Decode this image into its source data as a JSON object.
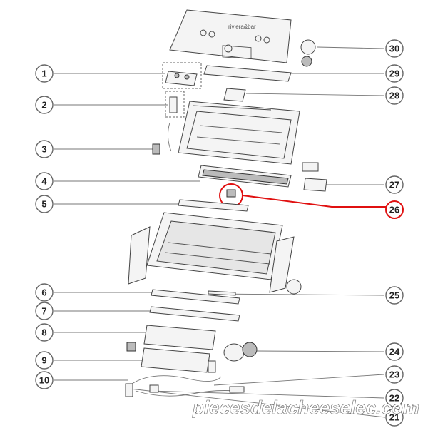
{
  "diagram": {
    "brand_logo": "riviera&bar",
    "watermark": "piecesdelacheeselec.com",
    "callouts": [
      {
        "label": "1"
      },
      {
        "label": "2"
      },
      {
        "label": "3"
      },
      {
        "label": "4"
      },
      {
        "label": "5"
      },
      {
        "label": "6"
      },
      {
        "label": "7"
      },
      {
        "label": "8"
      },
      {
        "label": "9"
      },
      {
        "label": "10"
      },
      {
        "label": "21"
      },
      {
        "label": "22"
      },
      {
        "label": "23"
      },
      {
        "label": "24"
      },
      {
        "label": "25"
      },
      {
        "label": "26"
      },
      {
        "label": "27"
      },
      {
        "label": "28"
      },
      {
        "label": "29"
      },
      {
        "label": "30"
      }
    ],
    "highlight_color": "#e01010"
  }
}
